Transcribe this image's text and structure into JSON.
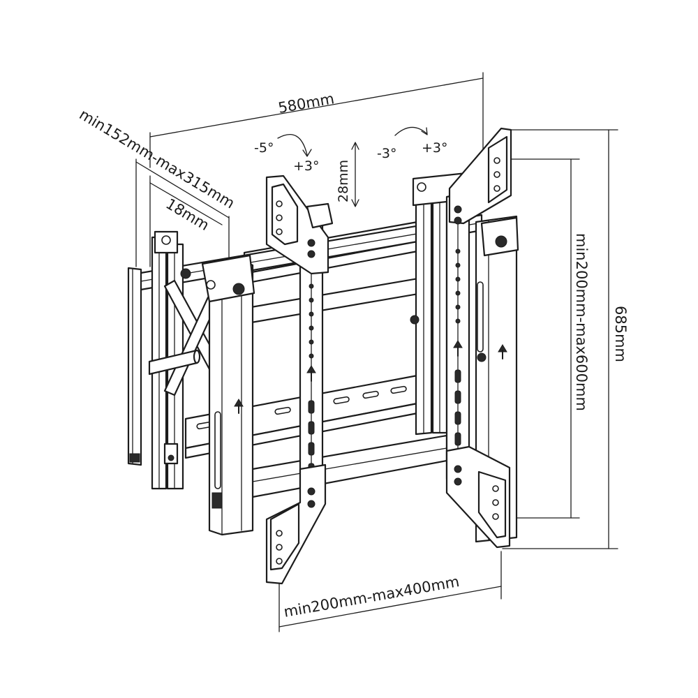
{
  "dimensions": {
    "width_580": "580mm",
    "depth_range": "min152mm-max315mm",
    "offset_18": "18mm",
    "tilt_left_neg": "-5°",
    "tilt_left_pos": "+3°",
    "vertical_adjust": "28mm",
    "tilt_right_neg": "-3°",
    "tilt_right_pos": "+3°",
    "height_685": "685mm",
    "vertical_range": "min200mm-max600mm",
    "horizontal_range": "min200mm-max400mm"
  }
}
